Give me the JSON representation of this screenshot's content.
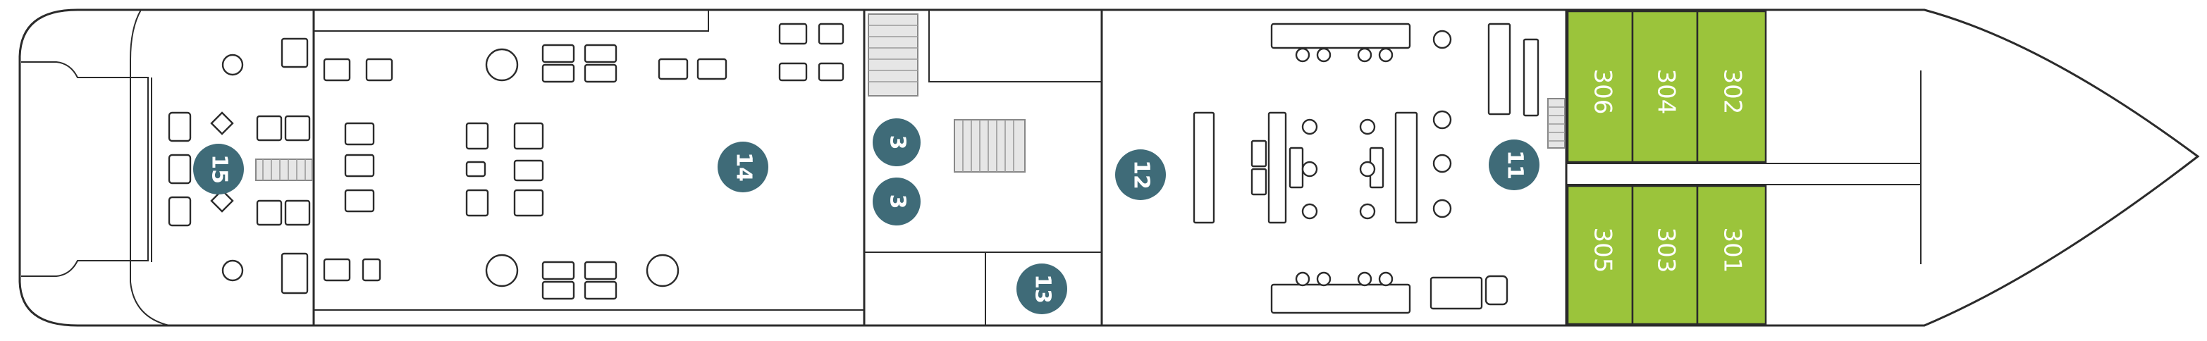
{
  "colors": {
    "cabin": "#9bc43b",
    "marker": "#3f6b78",
    "outline": "#2b2b2b"
  },
  "markers": [
    {
      "id": "15",
      "label": "15",
      "rotation": 90
    },
    {
      "id": "14",
      "label": "14",
      "rotation": 90
    },
    {
      "id": "3a",
      "label": "3",
      "rotation": 90
    },
    {
      "id": "3b",
      "label": "3",
      "rotation": 90
    },
    {
      "id": "12",
      "label": "12",
      "rotation": 90
    },
    {
      "id": "13",
      "label": "13",
      "rotation": 90
    },
    {
      "id": "11",
      "label": "11",
      "rotation": 90
    }
  ],
  "cabins": [
    {
      "number": "306"
    },
    {
      "number": "304"
    },
    {
      "number": "302"
    },
    {
      "number": "305"
    },
    {
      "number": "303"
    },
    {
      "number": "301"
    }
  ]
}
